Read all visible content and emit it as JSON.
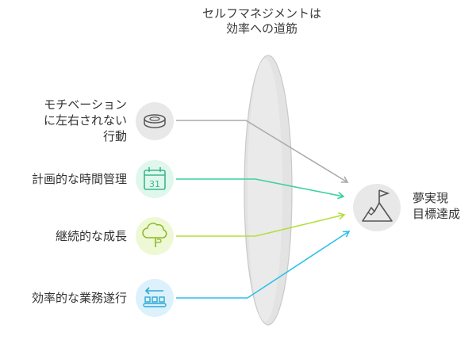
{
  "title": {
    "line1": "セルフマネジメントは",
    "line2": "効率への道筋"
  },
  "items": [
    {
      "lines": [
        "モチベーション",
        "に左右されない",
        "行動"
      ],
      "icon": "coin-stack-icon",
      "color": "#aaaaaa"
    },
    {
      "lines": [
        "計画的な時間管理"
      ],
      "icon": "calendar-icon",
      "calendar_day": "31",
      "color": "#3bd1a0"
    },
    {
      "lines": [
        "継続的な成長"
      ],
      "icon": "tree-icon",
      "color": "#b4df3c"
    },
    {
      "lines": [
        "効率的な業務遂行"
      ],
      "icon": "conveyor-icon",
      "color": "#2bc0ea"
    }
  ],
  "goal": {
    "lines": [
      "夢実現",
      "目標達成"
    ],
    "icon": "mountain-flag-icon"
  },
  "colors": {
    "lens": "#e6e6e6",
    "lens_edge": "#c8c8c8",
    "icon_bg_gray": "#e8e8e8",
    "icon_bg_green": "#dff7ec",
    "icon_bg_lime": "#eef8d5",
    "icon_bg_blue": "#dcf1fb",
    "icon_stroke": "#555555"
  }
}
